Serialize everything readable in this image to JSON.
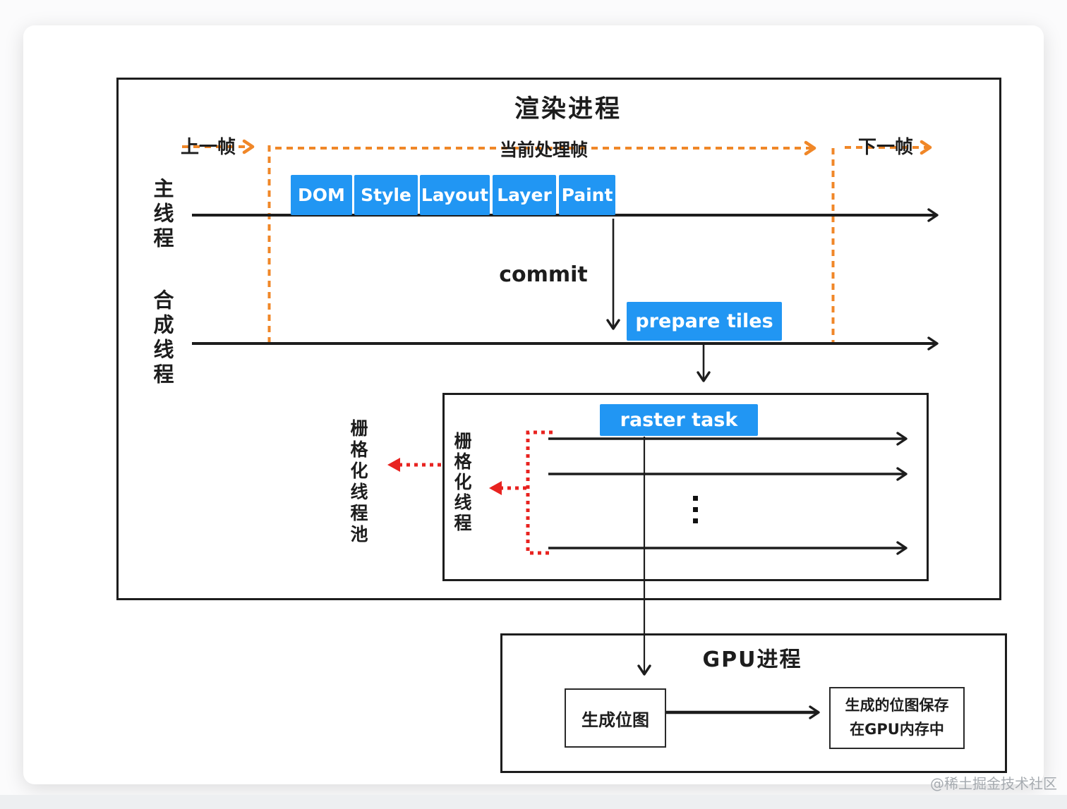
{
  "watermark": "@稀土掘金技术社区",
  "colors": {
    "accent_blue": "#2196f3",
    "accent_orange": "#f08728",
    "accent_red": "#e82320",
    "ink": "#1d1d1d"
  },
  "render_process": {
    "title": "渲染进程",
    "timeline": {
      "prev_frame": "上一帧",
      "current_frame": "当前处理帧",
      "next_frame": "下一帧"
    },
    "main_thread": {
      "label": "主线程",
      "stages": [
        "DOM",
        "Style",
        "Layout",
        "Layer",
        "Paint"
      ],
      "commit": "commit"
    },
    "compositor_thread": {
      "label": "合成线程",
      "prepare_tiles": "prepare tiles"
    },
    "raster": {
      "pool_label": "栅格化线程池",
      "thread_label": "栅格化线程",
      "task_label": "raster task"
    }
  },
  "gpu_process": {
    "title": "GPU进程",
    "generate_bitmap": "生成位图",
    "save_bitmap_line1": "生成的位图保存",
    "save_bitmap_line2": "在GPU内存中"
  }
}
